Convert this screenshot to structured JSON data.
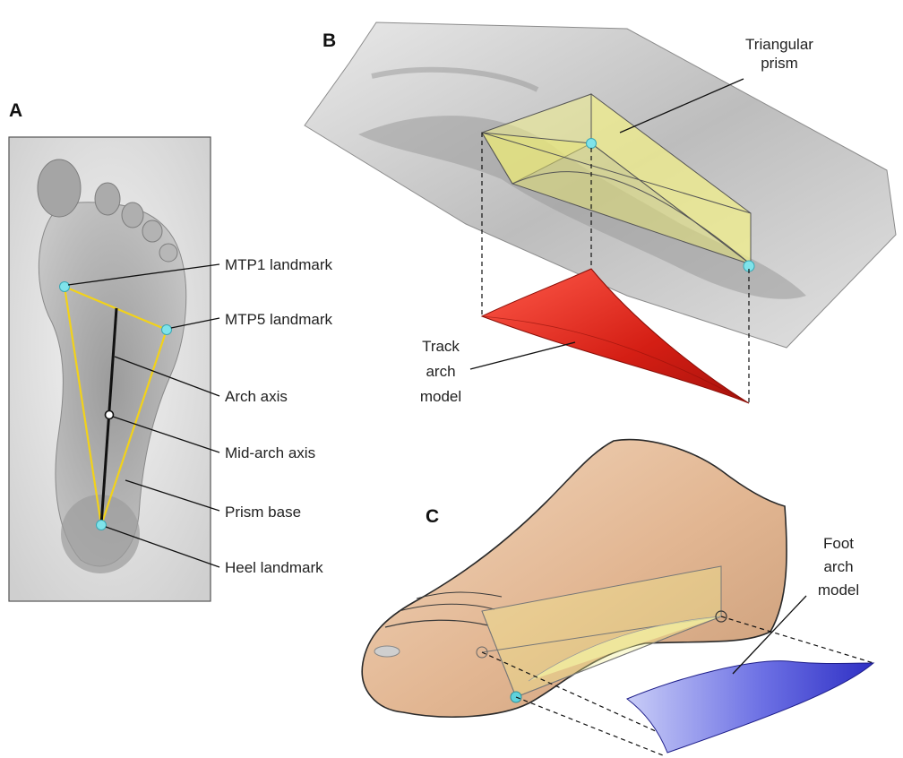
{
  "panels": {
    "a": {
      "letter": "A",
      "labels": {
        "mtp1": "MTP1 landmark",
        "mtp5": "MTP5 landmark",
        "arch_axis": "Arch axis",
        "mid_arch_axis": "Mid-arch axis",
        "prism_base": "Prism base",
        "heel": "Heel landmark"
      }
    },
    "b": {
      "letter": "B",
      "prism_label": [
        "Triangular",
        "prism"
      ],
      "track_label": [
        "Track",
        "arch",
        "model"
      ]
    },
    "c": {
      "letter": "C",
      "foot_label": [
        "Foot",
        "arch",
        "model"
      ]
    }
  },
  "colors": {
    "prism_base_line": "#f2d21a",
    "axis_line": "#111111",
    "landmark": "#7fe3ea",
    "prism_fill": "#f0ee8a",
    "track_model": "#e0261c",
    "foot_model": "#3a3ad0",
    "skin": "#e8c3a0",
    "print_gray": "#b9b9b9"
  }
}
